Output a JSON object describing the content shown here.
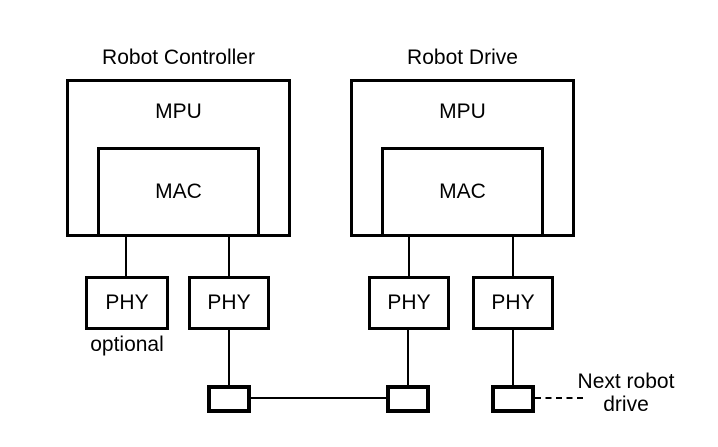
{
  "colors": {
    "background": "#ffffff",
    "stroke": "#000000",
    "text": "#000000"
  },
  "controller": {
    "title": "Robot Controller",
    "mpu_label": "MPU",
    "mac_label": "MAC",
    "phy_left_label": "PHY",
    "phy_right_label": "PHY",
    "phy_left_note": "optional"
  },
  "drive": {
    "title": "Robot Drive",
    "mpu_label": "MPU",
    "mac_label": "MAC",
    "phy_left_label": "PHY",
    "phy_right_label": "PHY"
  },
  "network": {
    "next_drive_label": "Next robot\ndrive"
  }
}
